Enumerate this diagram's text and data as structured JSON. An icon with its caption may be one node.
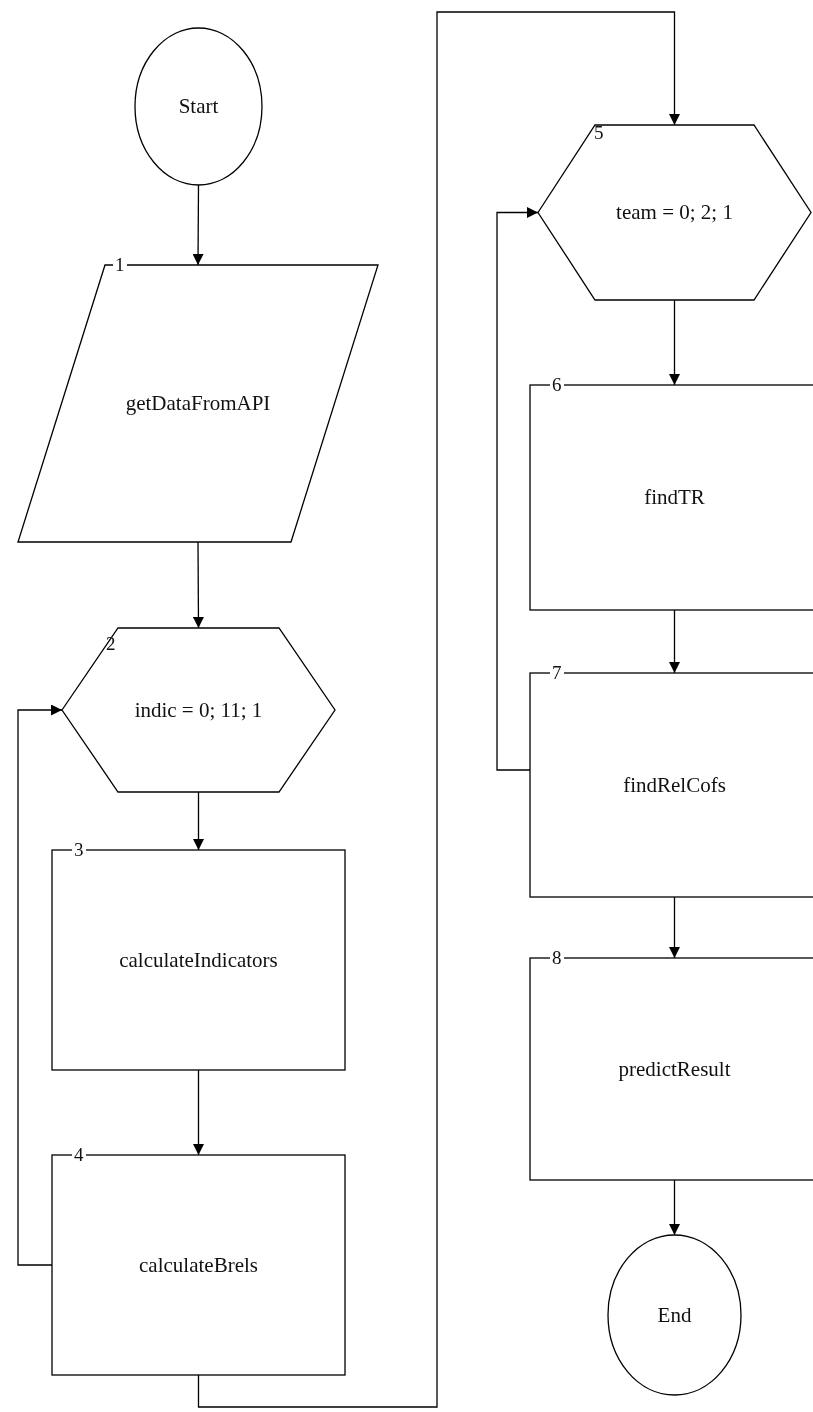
{
  "diagram": {
    "nodes": [
      {
        "text": [
          "Start"
        ]
      },
      {
        "text": [
          "1",
          "getDataFromAPI"
        ]
      },
      {
        "text": [
          "2",
          "indic = 0; 11; 1"
        ]
      },
      {
        "text": [
          "3",
          "calculateIndicators"
        ]
      },
      {
        "text": [
          "4",
          "calculateBrels"
        ]
      },
      {
        "text": [
          "5",
          "team = 0; 2; 1"
        ]
      },
      {
        "text": [
          "6",
          "findTR"
        ]
      },
      {
        "text": [
          "7",
          "findRelCofs"
        ]
      },
      {
        "text": [
          "8",
          "predictResult"
        ]
      },
      {
        "text": [
          "End"
        ]
      }
    ],
    "edges": [
      {
        "from": 0,
        "to": 1,
        "arrow": "to"
      },
      {
        "from": 1,
        "to": 2,
        "arrow": "to"
      },
      {
        "from": 2,
        "to": 3,
        "arrow": "to"
      },
      {
        "from": 3,
        "to": 4,
        "arrow": "to"
      },
      {
        "from": 4,
        "to": 2,
        "arrow": "to"
      },
      {
        "from": 4,
        "to": 5,
        "arrow": "to"
      },
      {
        "from": 5,
        "to": 6,
        "arrow": "to"
      },
      {
        "from": 6,
        "to": 7,
        "arrow": "to"
      },
      {
        "from": 7,
        "to": 5,
        "arrow": "to"
      },
      {
        "from": 7,
        "to": 8,
        "arrow": "to"
      },
      {
        "from": 8,
        "to": 9,
        "arrow": "to"
      }
    ]
  }
}
